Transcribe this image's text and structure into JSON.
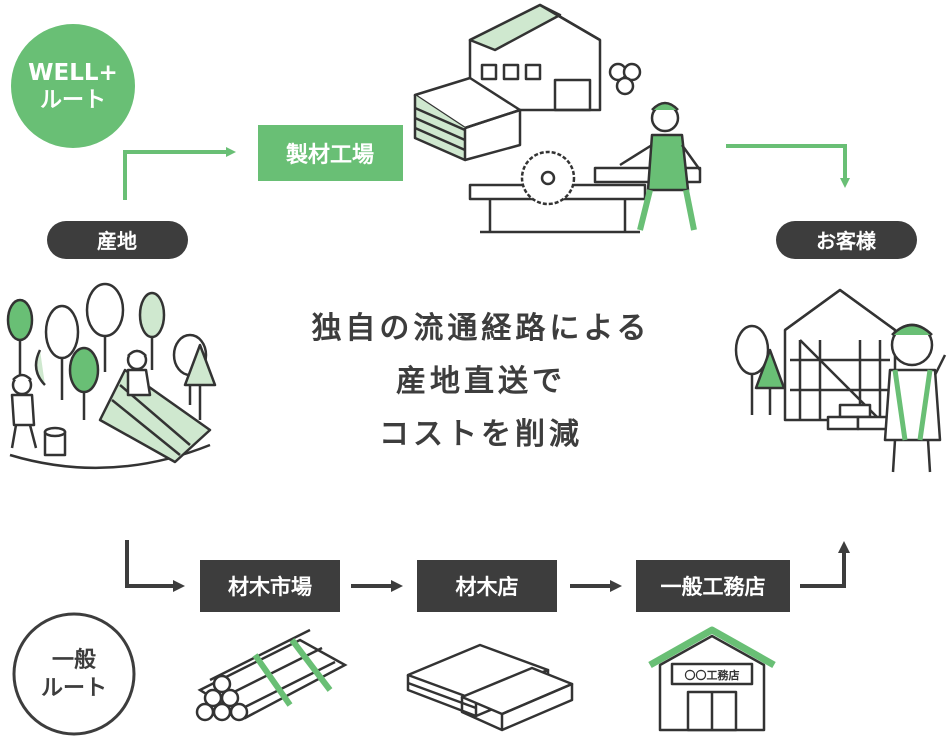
{
  "colors": {
    "green": "#69bf75",
    "green_light": "#cfe8cf",
    "dark": "#3d3d3d",
    "white": "#ffffff",
    "outline": "#333333"
  },
  "routes": {
    "wellplus_line1": "WELL+",
    "wellplus_line2": "ルート",
    "general_line1": "一般",
    "general_line2": "ルート"
  },
  "nodes": {
    "origin": "産地",
    "sawmill": "製材工場",
    "customer": "お客様",
    "timber_market": "材木市場",
    "lumber_store": "材木店",
    "contractor": "一般工務店"
  },
  "center_message": {
    "line1": "独自の流通経路による",
    "line2": "産地直送で",
    "line3": "コストを削減"
  },
  "signboard": "〇〇工務店"
}
